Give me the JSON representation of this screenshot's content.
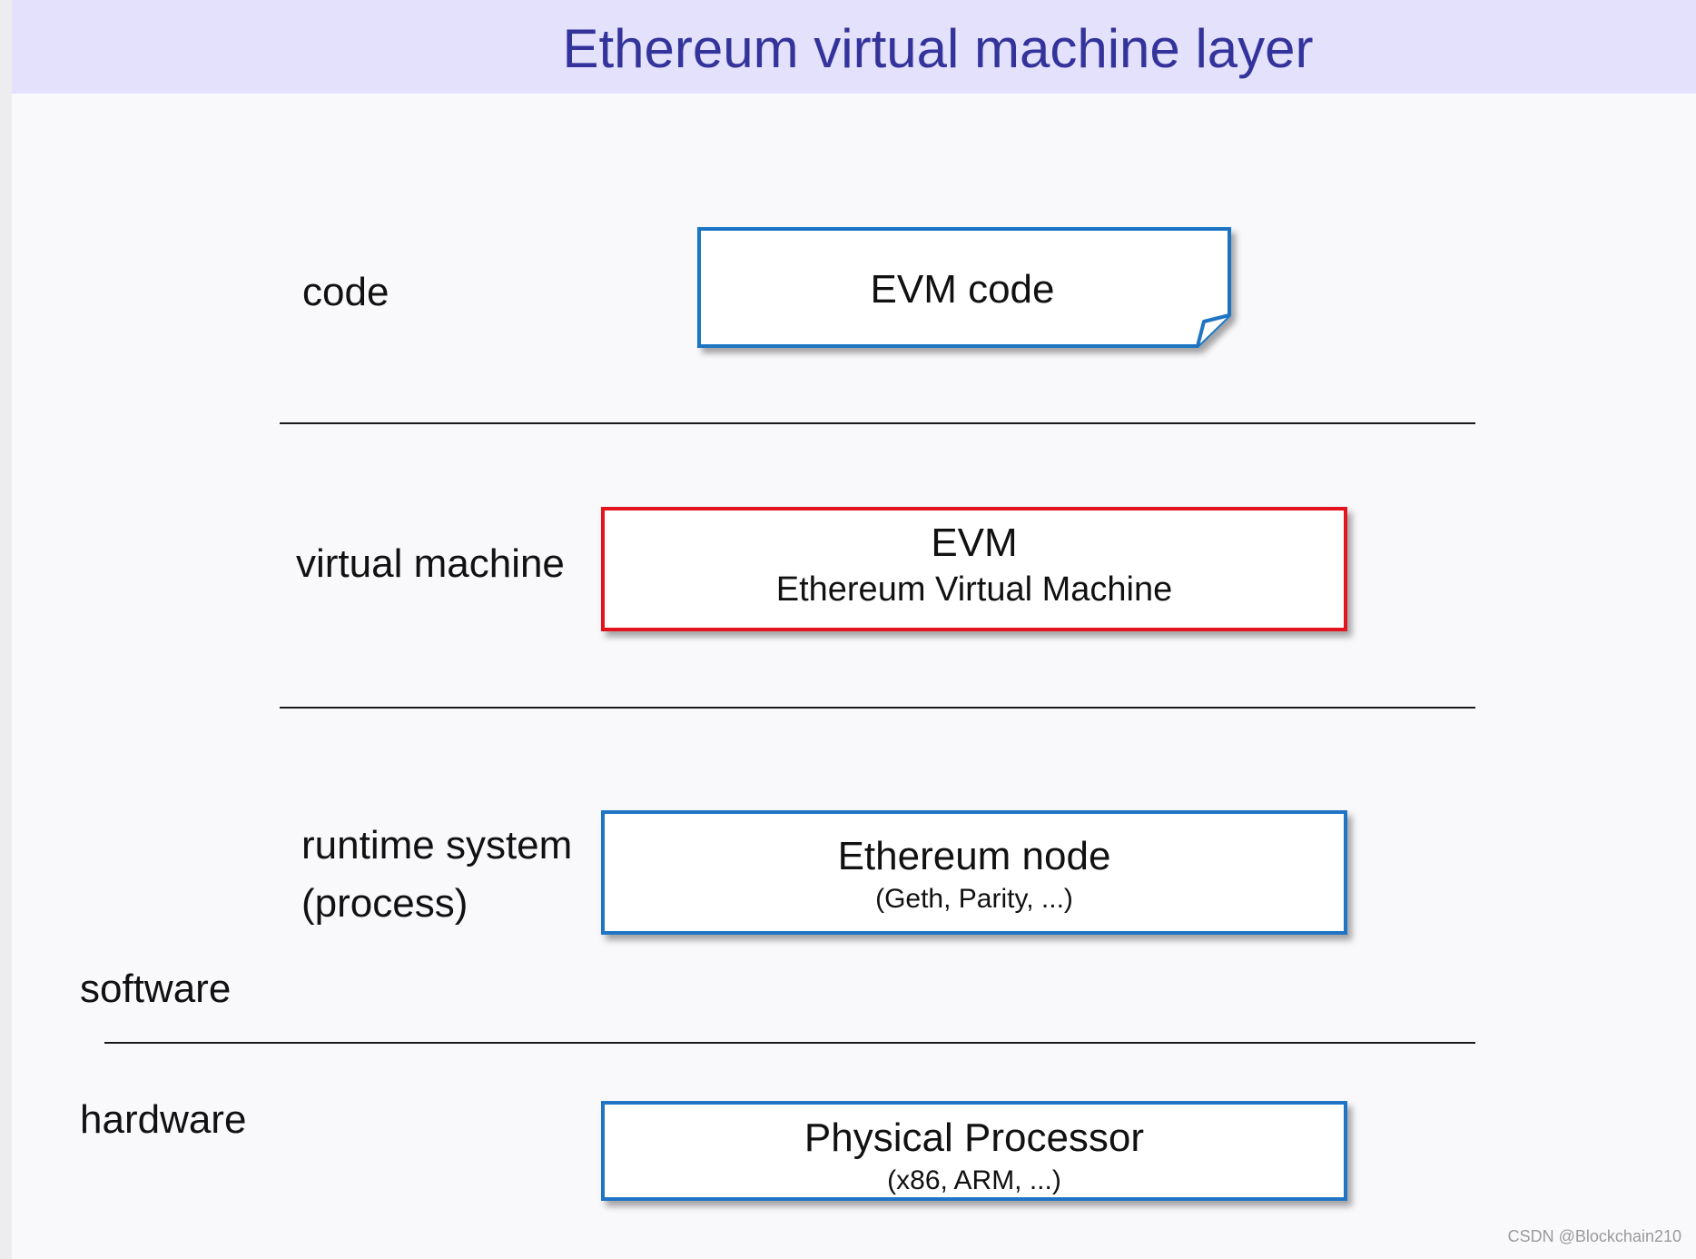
{
  "title": "Ethereum virtual machine layer",
  "layers": {
    "code": {
      "label": "code",
      "box_title": "EVM code"
    },
    "vm": {
      "label": "virtual machine",
      "box_title": "EVM",
      "box_subtitle": "Ethereum Virtual Machine"
    },
    "runtime": {
      "label_line1": "runtime system",
      "label_line2": "(process)",
      "box_title": "Ethereum node",
      "box_subtitle": "(Geth, Parity, ...)"
    },
    "hardware": {
      "label": "hardware",
      "box_title": "Physical Processor",
      "box_subtitle": "(x86, ARM, ...)"
    }
  },
  "divider_label_software": "software",
  "watermark": "CSDN @Blockchain210",
  "colors": {
    "title": "#33339b",
    "title_band": "#e3e1fb",
    "box_blue": "#1f75c4",
    "box_red": "#e3141c"
  }
}
